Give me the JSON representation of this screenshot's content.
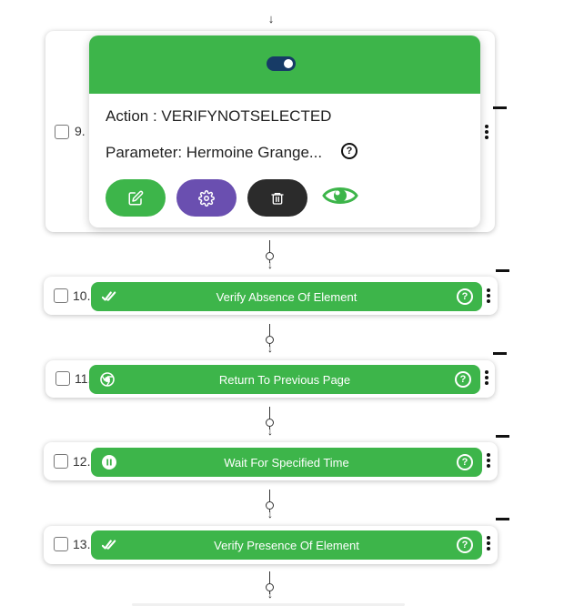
{
  "colors": {
    "step_green": "#3db54a",
    "settings_purple": "#6a4fb0",
    "delete_dark": "#2b2b2b",
    "toggle_navy": "#173b66"
  },
  "expanded_step": {
    "number": "9.",
    "action_text": "Action : VERIFYNOTSELECTED",
    "parameter_text": "Parameter: Hermoine Grange...",
    "toggle_state": "on",
    "buttons": [
      "edit-icon",
      "settings-icon",
      "delete-icon",
      "eye-icon"
    ]
  },
  "steps": [
    {
      "number": "10.",
      "label": "Verify Absence Of Element",
      "icon": "double-check-icon"
    },
    {
      "number": "11.",
      "label": "Return To Previous Page",
      "icon": "chrome-icon"
    },
    {
      "number": "12.",
      "label": "Wait For Specified Time",
      "icon": "pause-icon"
    },
    {
      "number": "13.",
      "label": "Verify Presence Of Element",
      "icon": "double-check-icon"
    }
  ],
  "help_glyph": "?",
  "arrow_glyph": "↓"
}
